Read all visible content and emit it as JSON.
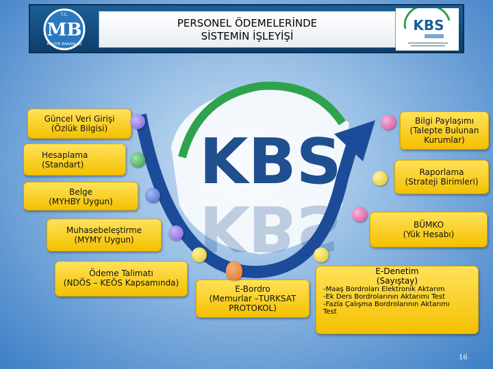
{
  "header": {
    "title_line1": "PERSONEL ÖDEMELERİNDE",
    "title_line2": "SİSTEMİN İŞLEYİŞİ",
    "left_logo": {
      "text_top": "T.C.",
      "letters": "MB",
      "text_bottom": "MALİYE BAKANLIĞI"
    },
    "right_logo": {
      "letters": "KBS"
    }
  },
  "center_logo": {
    "letters": "KBS"
  },
  "inputs": [
    {
      "line1": "Güncel Veri Girişi",
      "line2": "(Özlük Bilgisi)",
      "ball_color": "#7d5bd6"
    },
    {
      "line1": "Hesaplama",
      "line2": "(Standart)",
      "ball_color": "#2f9a48"
    },
    {
      "line1": "Belge",
      "line2": "(MYHBY Uygun)",
      "ball_color": "#3d63c9"
    },
    {
      "line1": "Muhasebeleştirme",
      "line2": "(MYMY Uygun)",
      "ball_color": "#7d5bd6"
    },
    {
      "line1": "Ödeme Talimatı",
      "line2": "(NDÖS – KEÖS Kapsamında)",
      "ball_color": "#e0c020"
    }
  ],
  "outputs": [
    {
      "line1": "Bilgi Paylaşımı",
      "line2": "(Talepte Bulunan",
      "line3": "Kurumlar)",
      "ball_color": "#d64a9a"
    },
    {
      "line1": "Raporlama",
      "line2": "(Strateji Birimleri)",
      "ball_color": "#e0c020"
    },
    {
      "line1": "BÜMKO",
      "line2": "(Yük Hesabı)",
      "ball_color": "#d64a9a"
    },
    {
      "line1": "E-Bordro",
      "line2": "(Memurlar –TURKSAT",
      "line3": "PROTOKOL)",
      "ball_color": "#e07020"
    }
  ],
  "edenetim": {
    "title_line1": "E-Denetim",
    "title_line2": "(Sayıştay)",
    "items": [
      "-Maaş Bordroları Elektronik Aktarım",
      "-Ek Ders Bordrolarının Aktarımı Test",
      "-Fazla Çalışma Bordrolarının Aktarımı",
      "Test"
    ],
    "ball_color": "#e0c020"
  },
  "page_number": "16"
}
